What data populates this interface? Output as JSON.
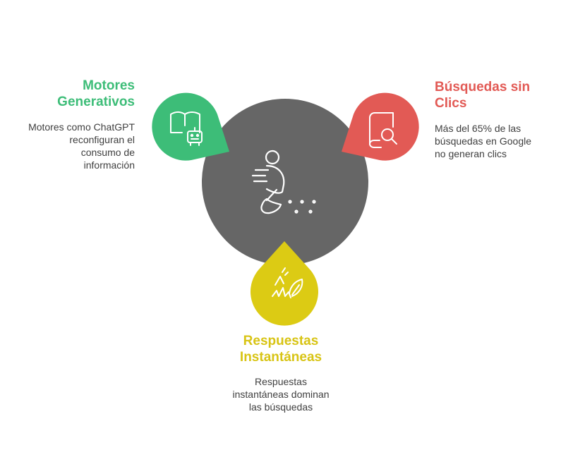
{
  "colors": {
    "center": "#666666",
    "generativos": "#3dbd78",
    "clics": "#e25a55",
    "instantaneas": "#dccb14",
    "text": "#3f3f3f"
  },
  "center": {
    "icon": "person-sweeping-icon"
  },
  "items": [
    {
      "id": "generativos",
      "title_lines": [
        "Motores",
        "Generativos"
      ],
      "desc_lines": [
        "Motores como ChatGPT",
        "reconfiguran el",
        "consumo de",
        "información"
      ],
      "icon": "book-robot-icon"
    },
    {
      "id": "clics",
      "title_lines": [
        "Búsquedas sin",
        "Clics"
      ],
      "desc_lines": [
        "Más del 65% de las",
        "búsquedas en Google",
        "no generan clics"
      ],
      "icon": "book-search-icon"
    },
    {
      "id": "instantaneas",
      "title_lines": [
        "Respuestas",
        "Instantáneas"
      ],
      "desc_lines": [
        "Respuestas",
        "instantáneas dominan",
        "las búsquedas"
      ],
      "icon": "fire-leaf-icon"
    }
  ]
}
